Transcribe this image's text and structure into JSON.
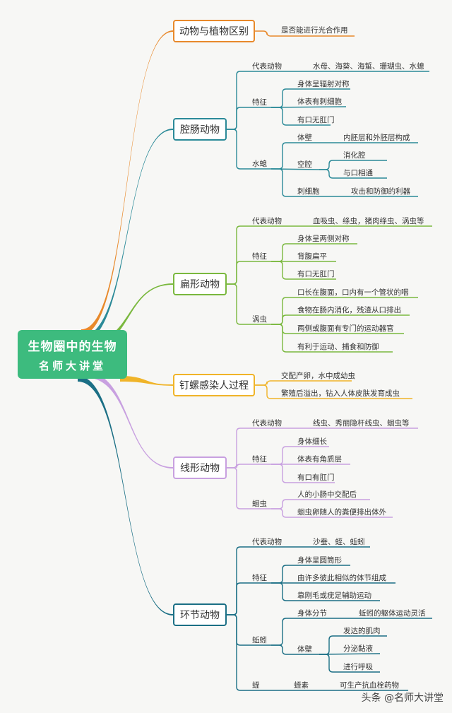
{
  "root": {
    "title": "生物圈中的生物",
    "subtitle": "名师大讲堂"
  },
  "colors": {
    "orange": "#e8892b",
    "teal": "#2b8a98",
    "green": "#7ab83e",
    "yellow": "#f0b429",
    "purple": "#c8a0e0",
    "darkteal": "#1b6f85"
  },
  "branches": {
    "b1": {
      "title": "动物与植物区别",
      "note": "是否能进行光合作用"
    },
    "b2": {
      "title": "腔肠动物",
      "rep": "代表动物",
      "rep_val": "水母、海葵、海蜇、珊瑚虫、水螅",
      "feat": "特征",
      "feats": [
        "身体呈辐射对称",
        "体表有刺细胞",
        "有口无肛门"
      ],
      "hydra": "水螅",
      "wall": "体壁",
      "wall_val": "内胚层和外胚层构成",
      "cavity": "空腔",
      "cavity_items": [
        "消化腔",
        "与口相通"
      ],
      "cnido": "刺细胞",
      "cnido_val": "攻击和防御的利器"
    },
    "b3": {
      "title": "扁形动物",
      "rep": "代表动物",
      "rep_val": "血吸虫、绦虫，猪肉绦虫、涡虫等",
      "feat": "特征",
      "feats": [
        "身体呈两侧对称",
        "背腹扁平",
        "有口无肛门"
      ],
      "worm": "涡虫",
      "worm_items": [
        "口长在腹面，口内有一个管状的咽",
        "食物在肠内消化，残渣从口排出",
        "两侧或腹面有专门的运动器官",
        "有利于运动、捕食和防御"
      ]
    },
    "b4": {
      "title": "钉螺感染人过程",
      "items": [
        "交配产卵，水中成幼虫",
        "繁殖后溢出，钻入人体皮肤发育成虫"
      ]
    },
    "b5": {
      "title": "线形动物",
      "rep": "代表动物",
      "rep_val": "线虫、秀丽隐杆线虫、蛔虫等",
      "feat": "特征",
      "feats": [
        "身体细长",
        "体表有角质层",
        "有口有肛门"
      ],
      "ascaris": "蛔虫",
      "ascaris_items": [
        "人的小肠中交配后",
        "蛔虫卵随人的粪便排出体外"
      ]
    },
    "b6": {
      "title": "环节动物",
      "rep": "代表动物",
      "rep_val": "沙蚕、蛭、蚯蚓",
      "feat": "特征",
      "feats": [
        "身体呈圆筒形",
        "由许多彼此相似的体节组成",
        "靠刚毛或疣足辅助运动"
      ],
      "earthworm": "蚯蚓",
      "seg": "身体分节",
      "seg_val": "蚯蚓的躯体运动灵活",
      "wall": "体壁",
      "wall_items": [
        "发达的肌肉",
        "分泌黏液",
        "进行呼吸"
      ],
      "leech": "蛭",
      "hirudin": "蛭素",
      "hirudin_val": "可生产抗血栓药物"
    }
  },
  "watermark": "头条 @名师大讲堂"
}
